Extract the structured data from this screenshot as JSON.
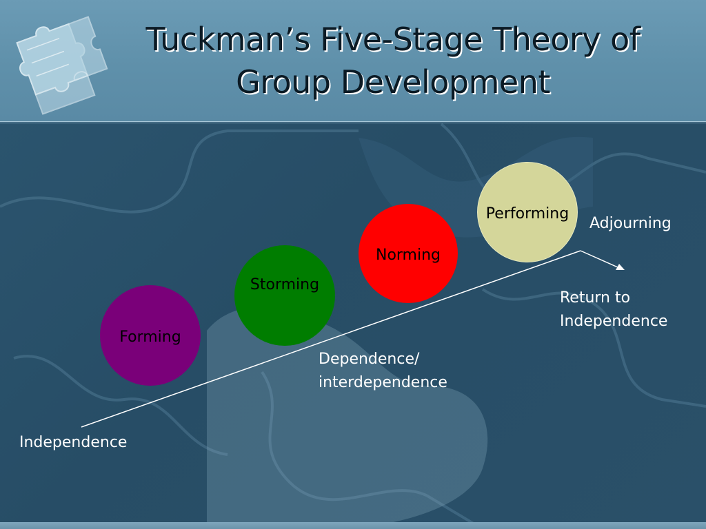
{
  "title": {
    "line1": "Tuckman’s Five-Stage Theory of",
    "line2": "Group Development"
  },
  "stages": [
    {
      "label": "Forming",
      "color": "#7a0079"
    },
    {
      "label": "Storming",
      "color": "#007d00"
    },
    {
      "label": "Norming",
      "color": "#ff0000"
    },
    {
      "label": "Performing",
      "color": "#d4d69a"
    }
  ],
  "labels": {
    "adjourning": "Adjourning",
    "return_line1": "Return to",
    "return_line2": "Independence",
    "dependence_line1": "Dependence/",
    "dependence_line2": "interdependence",
    "independence": "Independence"
  },
  "icons": {
    "logo": "puzzle-pieces-icon",
    "arrow": "arrow-line"
  },
  "colors": {
    "header": "#6b9bb5",
    "background": "#2c5670",
    "text": "#ffffff",
    "title_text": "#0b1a24"
  }
}
